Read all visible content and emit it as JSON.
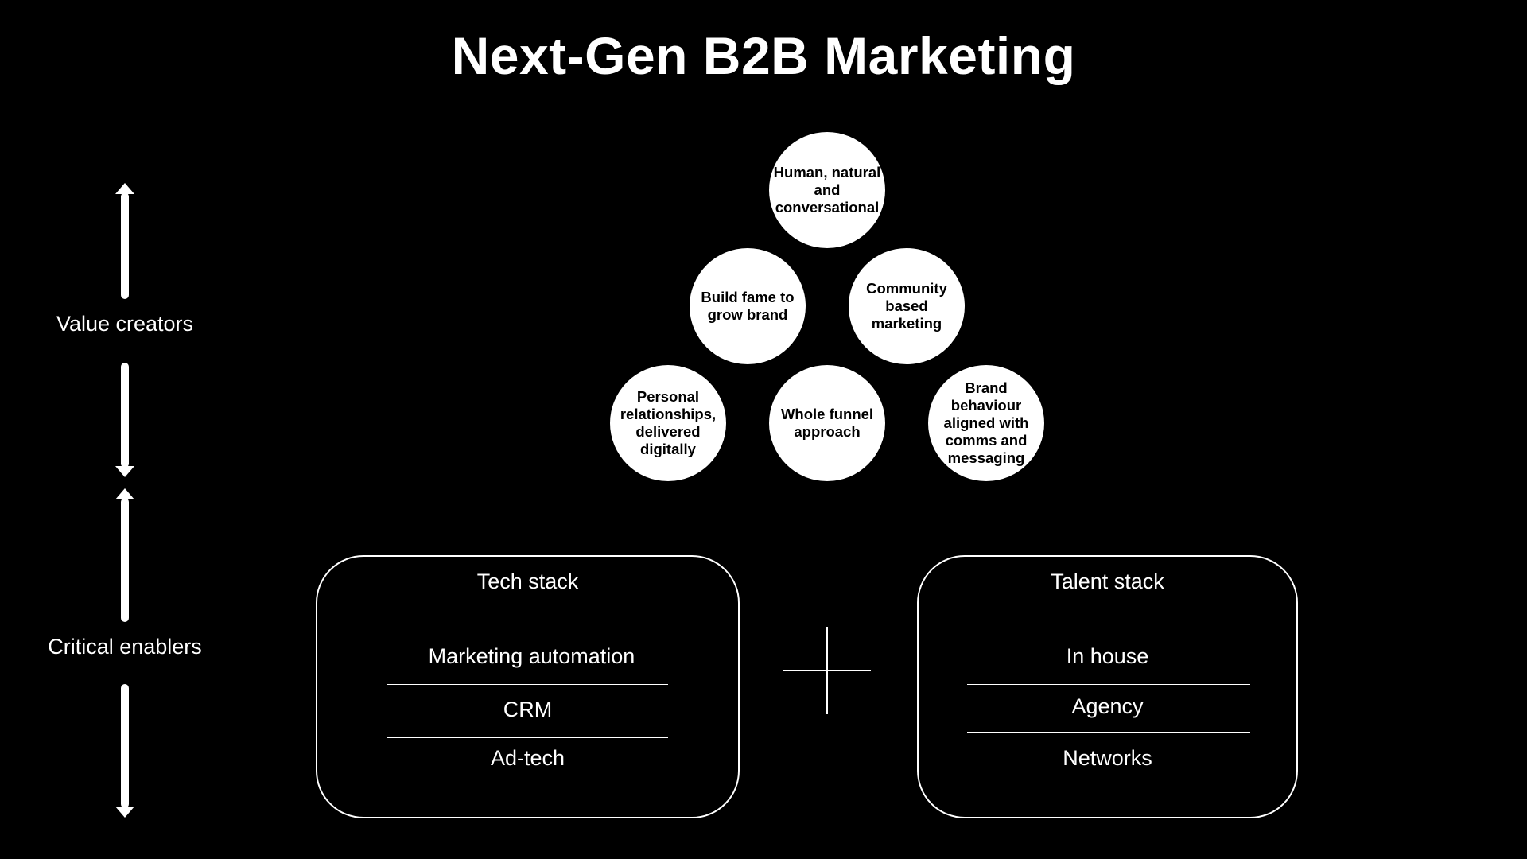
{
  "title": "Next-Gen B2B Marketing",
  "left_axis": {
    "value_label": "Value creators",
    "enablers_label": "Critical enablers"
  },
  "circles": [
    "Human, natural and conversational",
    "Build fame to grow brand",
    "Community based marketing",
    "Personal relationships, delivered digitally",
    "Whole funnel approach",
    "Brand behaviour aligned with comms and messaging"
  ],
  "tech_stack": {
    "title": "Tech stack",
    "items": [
      "Marketing automation",
      "CRM",
      "Ad-tech"
    ]
  },
  "talent_stack": {
    "title": "Talent stack",
    "items": [
      "In house",
      "Agency",
      "Networks"
    ]
  },
  "colors": {
    "background": "#000000",
    "foreground": "#ffffff"
  }
}
